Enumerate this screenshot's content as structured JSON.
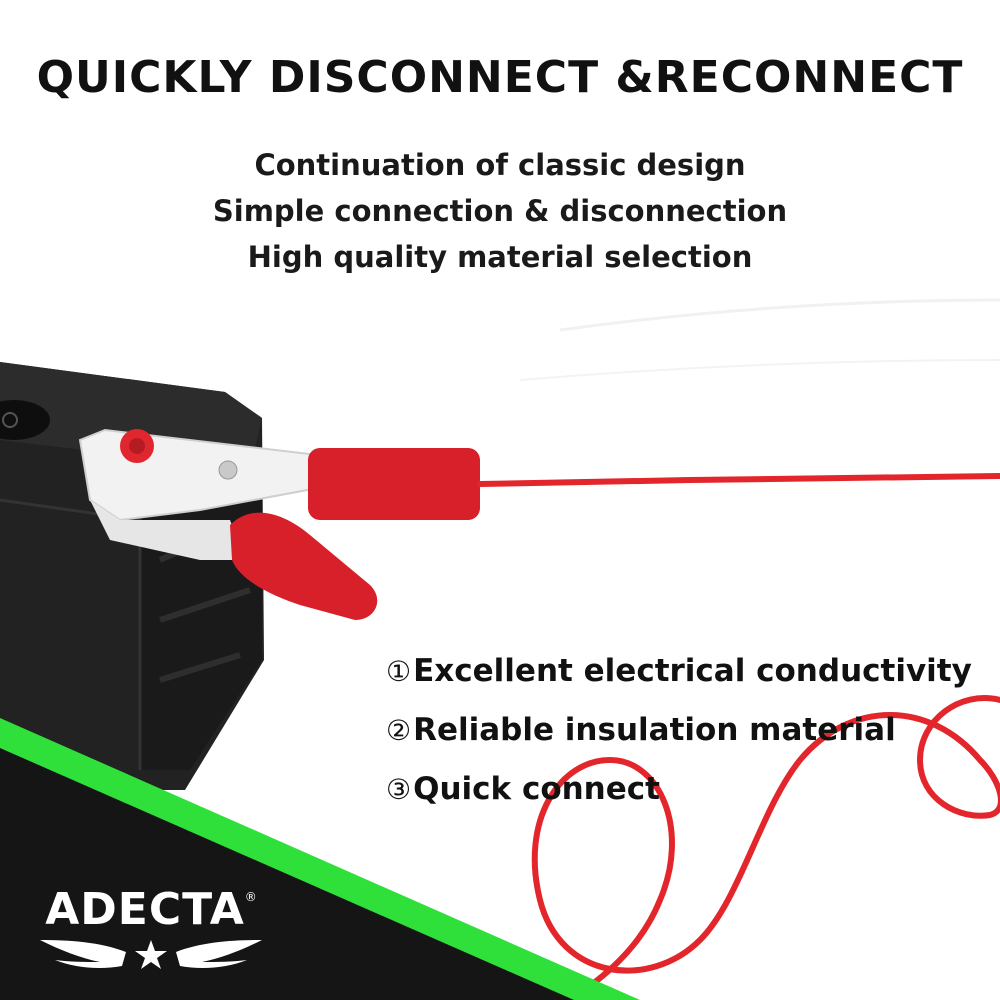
{
  "headline": "QUICKLY DISCONNECT &RECONNECT",
  "features": [
    "Continuation of classic design",
    "Simple connection & disconnection",
    "High quality material selection"
  ],
  "benefits": [
    {
      "num": "①",
      "text": "Excellent electrical conductivity"
    },
    {
      "num": "②",
      "text": "Reliable insulation material"
    },
    {
      "num": "③",
      "text": "Quick connect"
    }
  ],
  "brand": {
    "name": "ADECTA",
    "mark": "®"
  },
  "colors": {
    "clamp_red": "#d8202a",
    "cable_red": "#e3262c",
    "accent_green": "#2fe03a",
    "dark_band": "#151515",
    "battery": "#232323"
  }
}
